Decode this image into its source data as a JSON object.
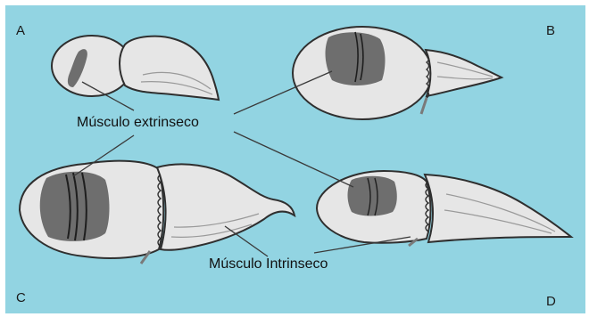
{
  "panels": {
    "a": "A",
    "b": "B",
    "c": "C",
    "d": "D"
  },
  "labels": {
    "extrinsic": "Músculo extrinseco",
    "intrinsic": "Músculo Intrinseco"
  },
  "colors": {
    "background": "#92d4e2",
    "shell": "#e6e6e6",
    "outline": "#2f2f2f",
    "muscle": "#6e6e6e"
  }
}
